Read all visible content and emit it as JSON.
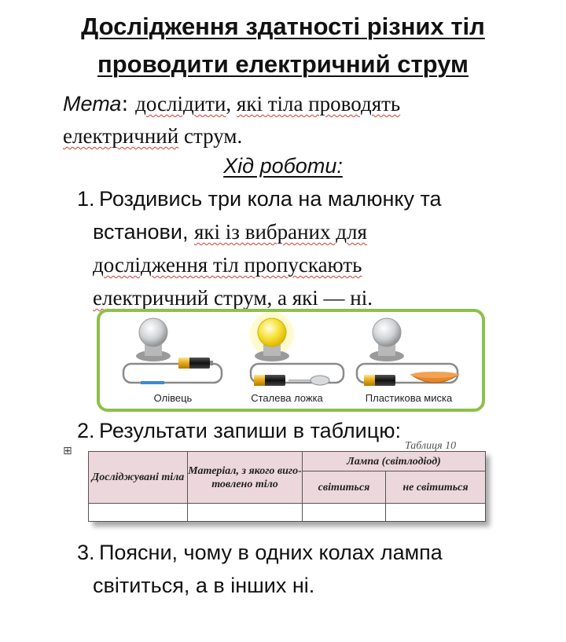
{
  "title": {
    "line1": "Дослідження здатності різних тіл",
    "line2": "проводити електричний струм"
  },
  "goal": {
    "label": "Мета",
    "sep": ": ",
    "w1": "дослідити",
    "t1": ", ",
    "w2": "які тіла проводять",
    "t2": " ",
    "w3": "електричний",
    "t3": " струм."
  },
  "progress_heading": "Хід роботи:",
  "step1": {
    "num": "1.",
    "line1": "Роздивись три кола на малюнку та",
    "line2a": "встанови, ",
    "line2b": "які із вибраних для",
    "line3": "дослідження тіл пропускають",
    "line4a": "електричний",
    "line4b": " струм, а ",
    "line4c": "які",
    "line4d": " — ",
    "line4e": "ні",
    "line4f": "."
  },
  "circuits": {
    "labels": [
      "Олівець",
      "Сталева ложка",
      "Пластикова миска"
    ],
    "colors": {
      "frame": "#8cc04b",
      "lit_bulb": "#f7e23a",
      "wire": "#8a8a8a",
      "bowl": "#e8862a"
    }
  },
  "step2": {
    "num": "2.",
    "text": "Результати запиши в таблицю:"
  },
  "table": {
    "caption": "Таблиця 10",
    "col1": "Досліджувані тіла",
    "col2": "Матеріал, з якого виго-товлено тіло",
    "lamp_header": "Лампа (світлодіод)",
    "lit": "світиться",
    "not_lit": "не світиться",
    "header_bg": "#ecd7dc"
  },
  "step3": {
    "num": "3.",
    "line1": "Поясни, чому в одних колах лампа",
    "line2": "світиться, а в інших ні."
  }
}
